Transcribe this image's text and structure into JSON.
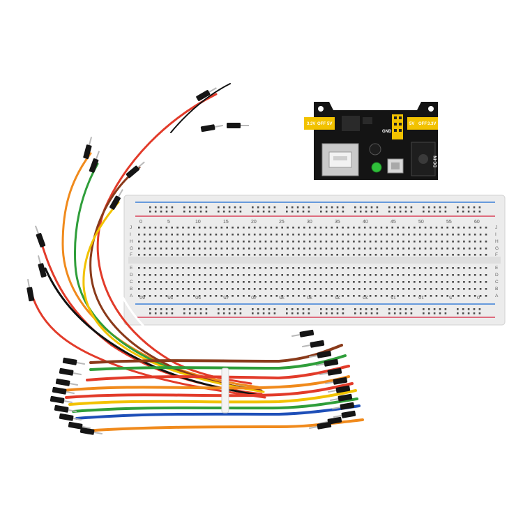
{
  "power_module": {
    "labels_left": [
      "3.3V",
      "OFF",
      "5V"
    ],
    "labels_right": [
      "5V",
      "OFF",
      "3.3V"
    ],
    "label_gnd": "GND",
    "label_dc": "DC-IN"
  },
  "breadboard": {
    "top_numbers": [
      "0",
      "5",
      "10",
      "15",
      "20",
      "25",
      "30",
      "35",
      "40",
      "45",
      "50",
      "55",
      "60"
    ],
    "bottom_numbers": [
      "60",
      "55",
      "50",
      "45",
      "40",
      "35",
      "30",
      "25",
      "20",
      "15",
      "10",
      "5",
      "0"
    ],
    "rows_top_left": [
      "J",
      "I",
      "H",
      "G",
      "F"
    ],
    "rows_bottom_left": [
      "E",
      "D",
      "C",
      "B",
      "A"
    ],
    "rows_top_right": [
      "J",
      "I",
      "H",
      "G",
      "F"
    ],
    "rows_bottom_right": [
      "E",
      "D",
      "C",
      "B",
      "A"
    ]
  },
  "colors": {
    "module_pcb": "#141414",
    "jumper_yellow": "#f2c200",
    "rail_red": "#d9415a",
    "rail_blue": "#3a7fd6",
    "board_body": "#ececec",
    "led_green": "#2fbf3a"
  },
  "wires": {
    "colors": [
      "#e23b2a",
      "#f08a1c",
      "#f2c200",
      "#2f9e3a",
      "#ffffff",
      "#1e4fb8",
      "#8a3a1a",
      "#111111"
    ]
  }
}
